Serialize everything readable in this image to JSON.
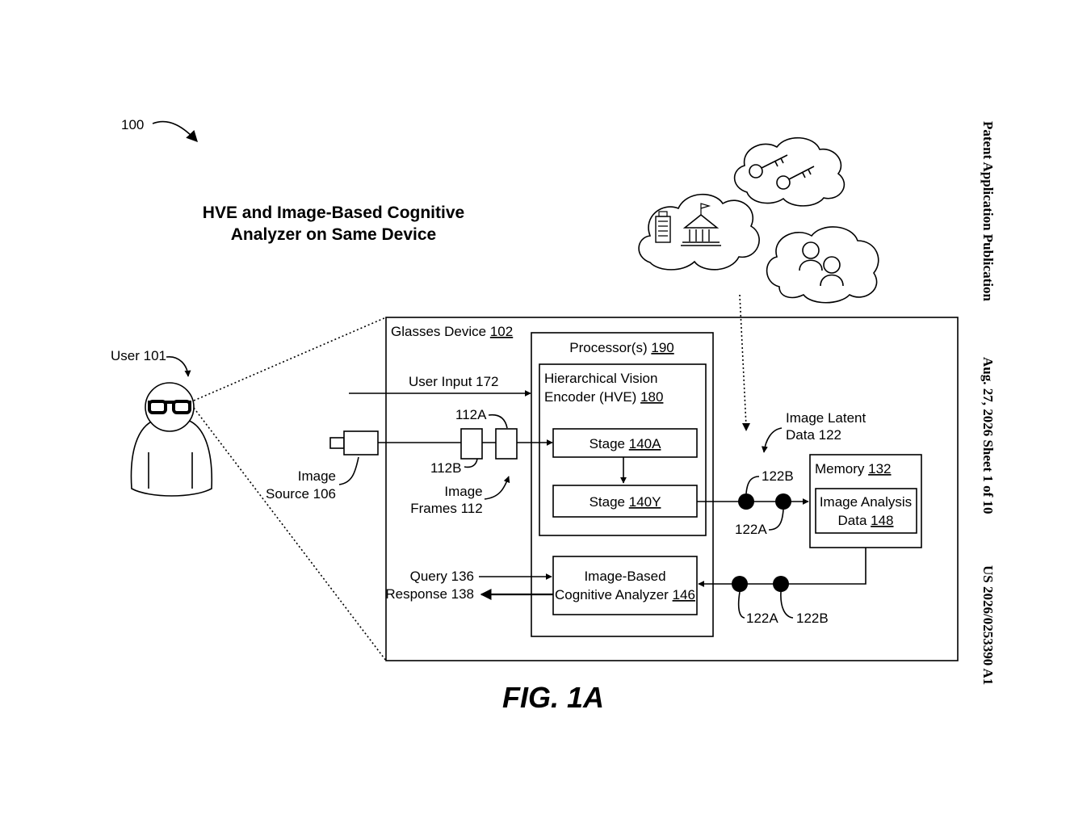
{
  "figure_ref": "100",
  "title_line1": "HVE and Image-Based Cognitive",
  "title_line2": "Analyzer on Same Device",
  "figure_caption": "FIG. 1A",
  "side_header": {
    "publication": "Patent Application Publication",
    "date_sheet": "Aug. 27, 2026  Sheet 1 of 10",
    "number": "US 2026/0253390 A1"
  },
  "user": {
    "label": "User 101"
  },
  "glasses_device": {
    "label": "Glasses Device",
    "ref": "102"
  },
  "processor": {
    "label": "Processor(s)",
    "ref": "190"
  },
  "hve": {
    "line1": "Hierarchical Vision",
    "line2": "Encoder (HVE)",
    "ref": "180"
  },
  "stage_a": {
    "label": "Stage",
    "ref": "140A"
  },
  "stage_y": {
    "label": "Stage",
    "ref": "140Y"
  },
  "analyzer": {
    "line1": "Image-Based",
    "line2": "Cognitive Analyzer",
    "ref": "146"
  },
  "memory": {
    "label": "Memory",
    "ref": "132"
  },
  "analysis_data": {
    "line1": "Image Analysis",
    "line2": "Data",
    "ref": "148"
  },
  "user_input": "User Input 172",
  "image_source": {
    "line1": "Image",
    "line2": "Source 106"
  },
  "frame_a": "112A",
  "frame_b": "112B",
  "image_frames": {
    "line1": "Image",
    "line2": "Frames 112"
  },
  "latent": {
    "line1": "Image Latent",
    "line2": "Data 122"
  },
  "latent_b_top": "122B",
  "latent_a_top": "122A",
  "latent_a_bottom": "122A",
  "latent_b_bottom": "122B",
  "query": "Query 136",
  "response": "Response 138",
  "icons": [
    "buildings-cloud-icon",
    "keys-cloud-icon",
    "users-cloud-icon",
    "user-with-glasses-icon",
    "camera-icon"
  ]
}
